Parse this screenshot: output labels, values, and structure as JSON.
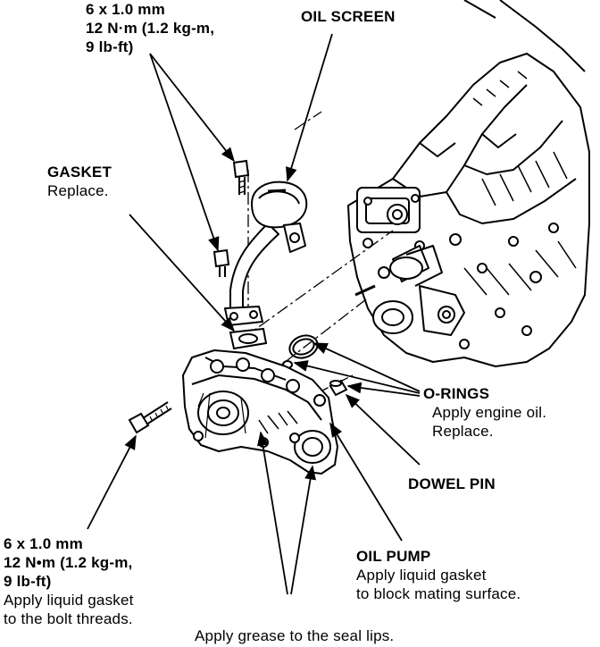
{
  "labels": {
    "top_spec": {
      "size": "6 x 1.0 mm",
      "torque_1": "12 N·m (1.2 kg-m,",
      "torque_2": "9 lb-ft)"
    },
    "oil_screen": "OIL SCREEN",
    "gasket": {
      "title": "GASKET",
      "note": "Replace."
    },
    "o_rings": {
      "title": "O-RINGS",
      "note_1": "Apply engine oil.",
      "note_2": "Replace."
    },
    "dowel_pin": "DOWEL PIN",
    "bottom_spec": {
      "size": "6 x 1.0 mm",
      "torque_1": "12 N•m (1.2 kg-m,",
      "torque_2": "9 lb-ft)",
      "note_1": "Apply liquid gasket",
      "note_2": "to the bolt threads."
    },
    "oil_pump": {
      "title": "OIL PUMP",
      "note_1": "Apply liquid gasket",
      "note_2": "to block mating surface."
    },
    "seal_lips": "Apply grease to the seal lips."
  },
  "colors": {
    "ink": "#000000",
    "paper": "#ffffff"
  }
}
